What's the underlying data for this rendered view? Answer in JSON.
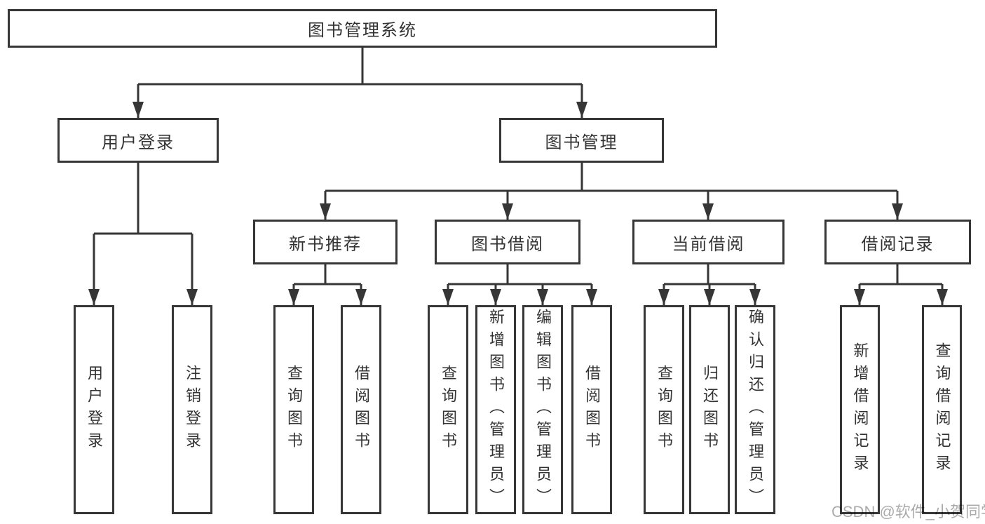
{
  "tree": {
    "root": {
      "label": "图书管理系统"
    },
    "user_login": {
      "label": "用户登录",
      "children": [
        {
          "label": "用户登录"
        },
        {
          "label": "注销登录"
        }
      ]
    },
    "book_management": {
      "label": "图书管理",
      "sections": {
        "new_book_recommend": {
          "label": "新书推荐",
          "children": [
            {
              "label": "查询图书"
            },
            {
              "label": "借阅图书"
            }
          ]
        },
        "book_borrowing": {
          "label": "图书借阅",
          "children": [
            {
              "label": "查询图书"
            },
            {
              "label": "新增图书（管理员）"
            },
            {
              "label": "编辑图书（管理员）"
            },
            {
              "label": "借阅图书"
            }
          ]
        },
        "current_borrowing": {
          "label": "当前借阅",
          "children": [
            {
              "label": "查询图书"
            },
            {
              "label": "归还图书"
            },
            {
              "label": "确认归还（管理员）"
            }
          ]
        },
        "borrowing_records": {
          "label": "借阅记录",
          "children": [
            {
              "label": "新增借阅记录"
            },
            {
              "label": "查询借阅记录"
            }
          ]
        }
      }
    }
  },
  "watermark": {
    "text": "CSDN @软件_小贺同学"
  },
  "colors": {
    "line": "#363636",
    "text": "#333333",
    "watermark": "#ababab",
    "background": "#ffffff"
  }
}
